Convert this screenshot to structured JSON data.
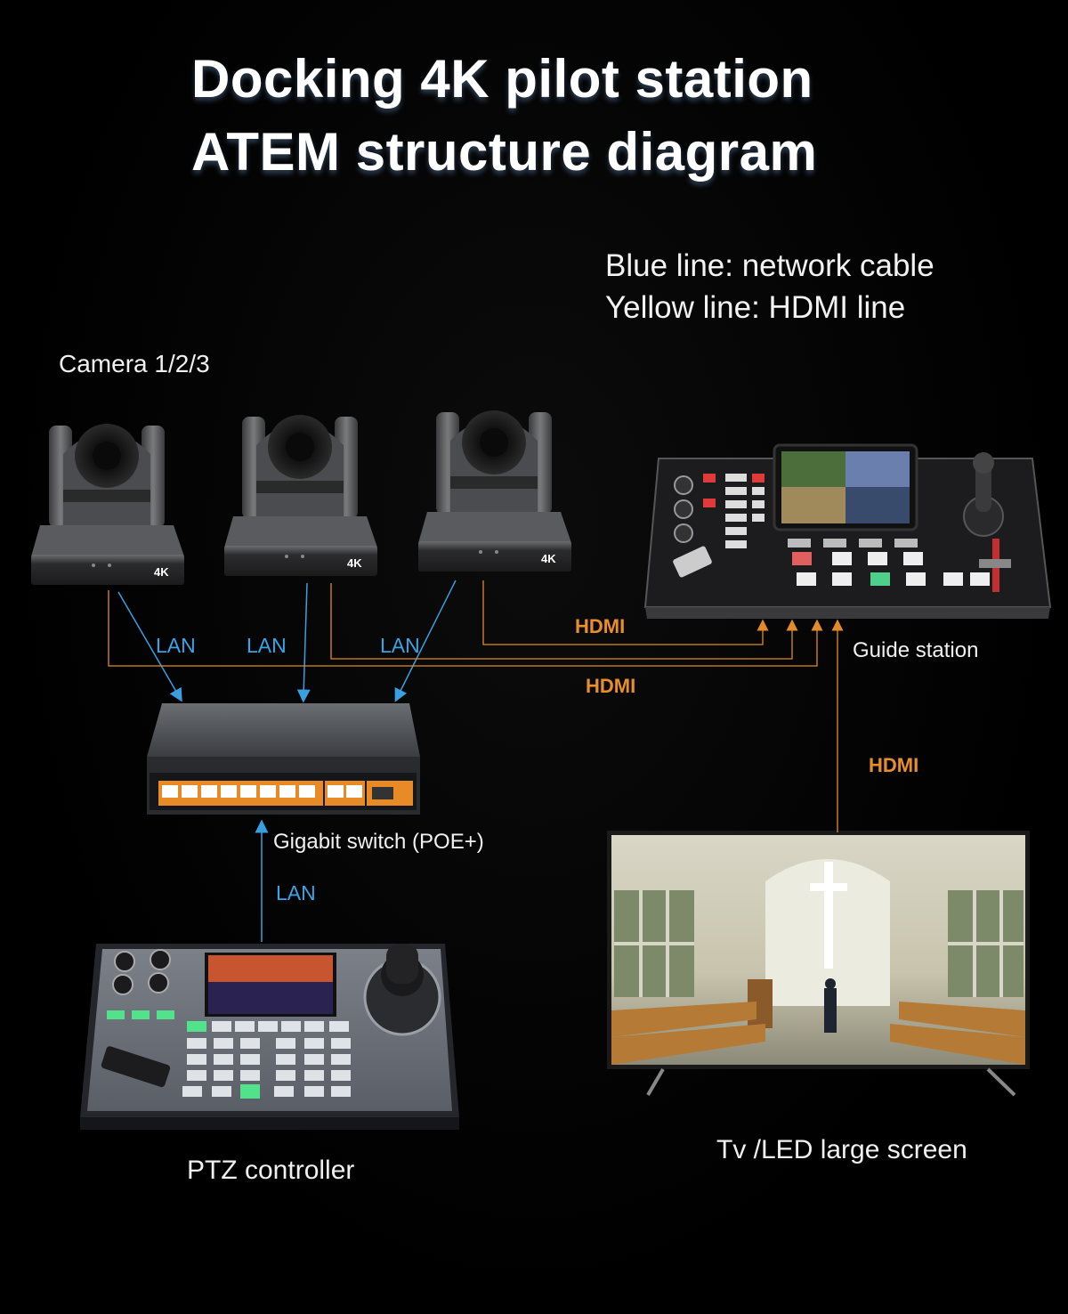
{
  "title": {
    "line1": "Docking 4K pilot station",
    "line2": "ATEM structure diagram"
  },
  "legend": {
    "blue": "Blue line: network cable",
    "yellow": "Yellow line: HDMI line"
  },
  "labels": {
    "cameras": "Camera 1/2/3",
    "guide_station": "Guide station",
    "switch": "Gigabit switch (POE+)",
    "ptz": "PTZ controller",
    "screen": "Tv /LED large screen",
    "camera_badge": "4K"
  },
  "connections": {
    "lan_1": "LAN",
    "lan_2": "LAN",
    "lan_3": "LAN",
    "lan_ptz": "LAN",
    "hdmi_cam3": "HDMI",
    "hdmi_cams": "HDMI",
    "hdmi_screen": "HDMI"
  },
  "colors": {
    "network_line": "#3a9fe0",
    "hdmi_line": "#e08a2a",
    "background": "#000000"
  }
}
